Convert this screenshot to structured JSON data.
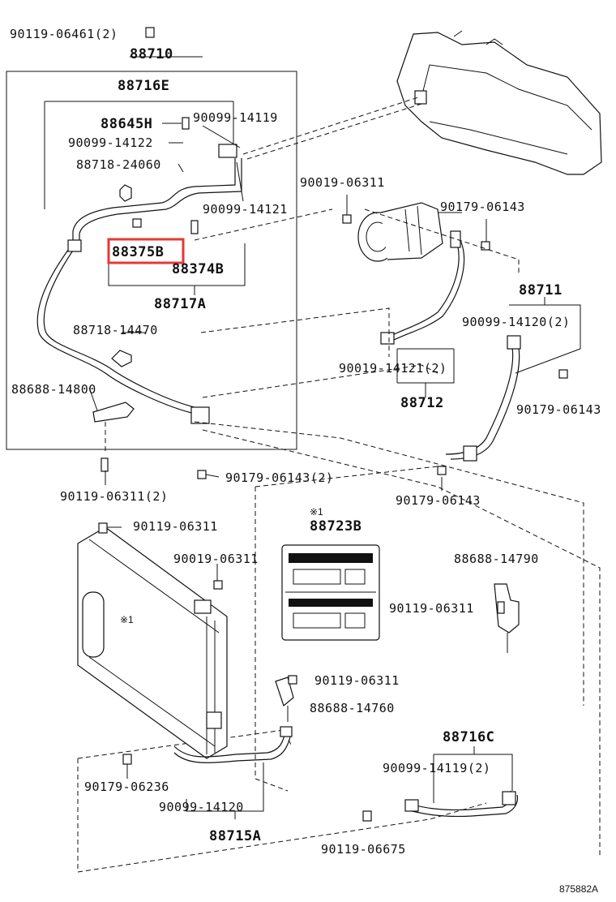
{
  "highlight_color": "#e53935",
  "callouts": {
    "top_bolt": "90119-06461(2)",
    "assy_88710": "88710",
    "assy_88716E": "88716E",
    "p88645H": "88645H",
    "p90099_14119": "90099-14119",
    "p90099_14122": "90099-14122",
    "p88718_24060": "88718-24060",
    "p90099_14121": "90099-14121",
    "p88375B": "88375B",
    "p88374B": "88374B",
    "p88717A": "88717A",
    "p88718_14470": "88718-14470",
    "p88688_14800": "88688-14800",
    "p90119_06311_2": "90119-06311(2)",
    "p90179_06143_2": "90179-06143(2)",
    "p90019_06311_top": "90019-06311",
    "p90179_06143_a": "90179-06143",
    "assy_88711": "88711",
    "p90099_14120_2": "90099-14120(2)",
    "p90179_06143_b": "90179-06143",
    "p90019_14121_2": "90019-14121(2)",
    "assy_88712": "88712",
    "p90179_06143_c": "90179-06143",
    "p90119_06311_top": "90119-06311",
    "note_mark_label": "※1",
    "assy_88723B": "88723B",
    "p90019_06311_mid": "90019-06311",
    "note_mark_side": "※1",
    "p88688_14790": "88688-14790",
    "p90119_06311_right": "90119-06311",
    "p90119_06311_mid": "90119-06311",
    "p88688_14760": "88688-14760",
    "assy_88716C": "88716C",
    "p90099_14119_2": "90099-14119(2)",
    "p90179_06236": "90179-06236",
    "p90099_14120": "90099-14120",
    "assy_88715A": "88715A",
    "p90119_06675": "90119-06675",
    "figure_id": "875882A"
  }
}
